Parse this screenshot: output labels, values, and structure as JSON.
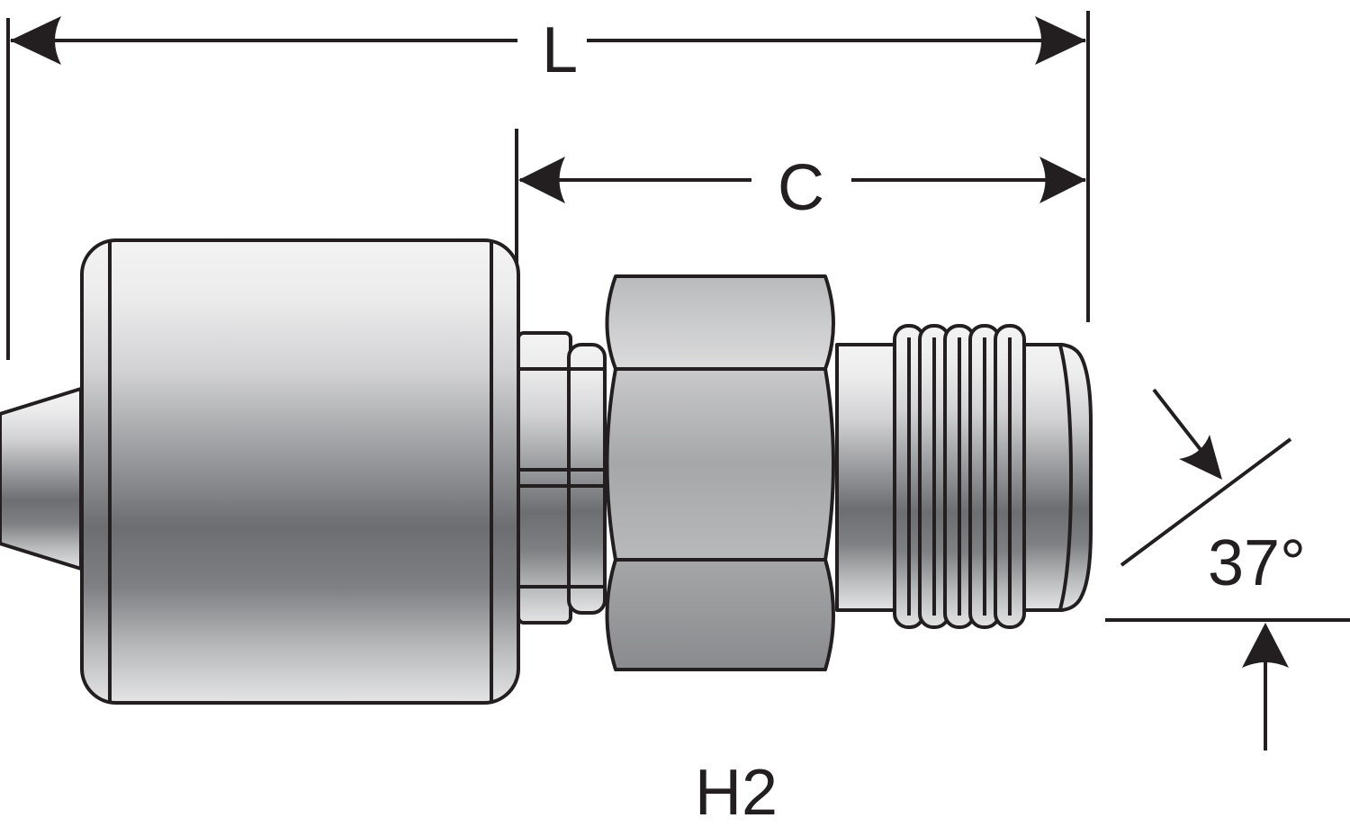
{
  "diagram": {
    "dimension_l": "L",
    "dimension_c": "C",
    "angle_label": "37°",
    "part_code": "H2"
  }
}
